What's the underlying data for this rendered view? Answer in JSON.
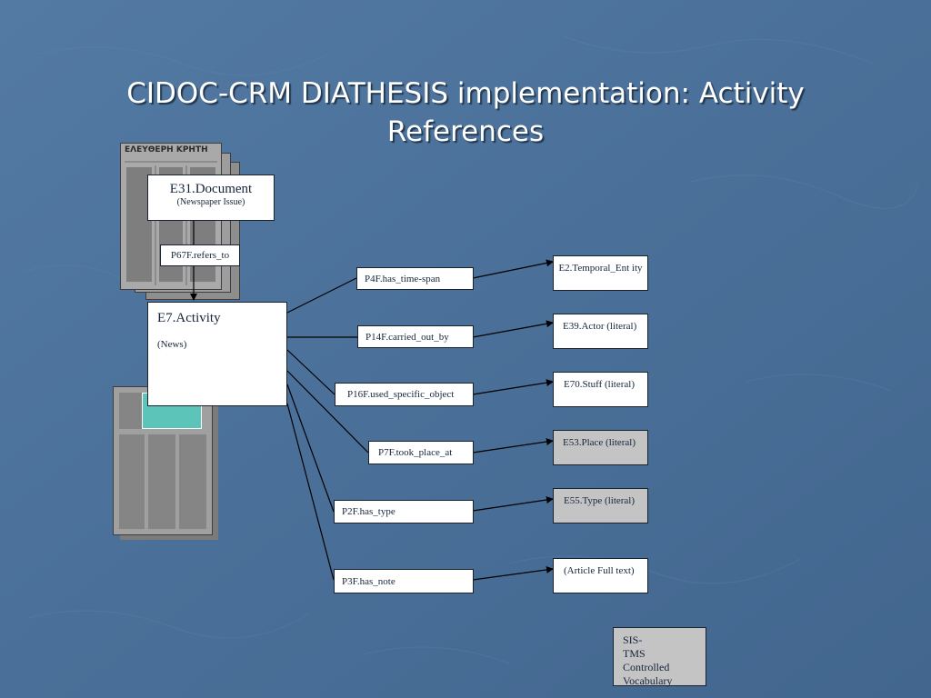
{
  "slide": {
    "title_line1": "CIDOC-CRM DIATHESIS implementation: Activity",
    "title_line2": "References"
  },
  "newspaper_masthead": "ΕΛΕΥΘΕΡΗ ΚΡΗΤΗ",
  "document_node": {
    "label": "E31.Document",
    "subtitle": "(Newspaper Issue)"
  },
  "refers_to": "P67F.refers_to",
  "activity_node": {
    "label": "E7.Activity",
    "subtitle": "(News)"
  },
  "properties": [
    "P4F.has_time-span",
    "P14F.carried_out_by",
    "P16F.used_specific_object",
    "P7F.took_place_at",
    "P2F.has_type",
    "P3F.has_note"
  ],
  "targets": [
    "E2.Temporal_Ent ity",
    "E39.Actor (literal)",
    "E70.Stuff (literal)",
    "E53.Place (literal)",
    "E55.Type (literal)",
    "(Article Full text)"
  ],
  "vocabulary_note": "SIS-TMS Controlled Vocabulary",
  "colors": {
    "background": "#4a7099",
    "node": "#ffffff",
    "controlled_vocabulary_node": "#c4c4c4",
    "highlight": "#5cc4b8"
  }
}
